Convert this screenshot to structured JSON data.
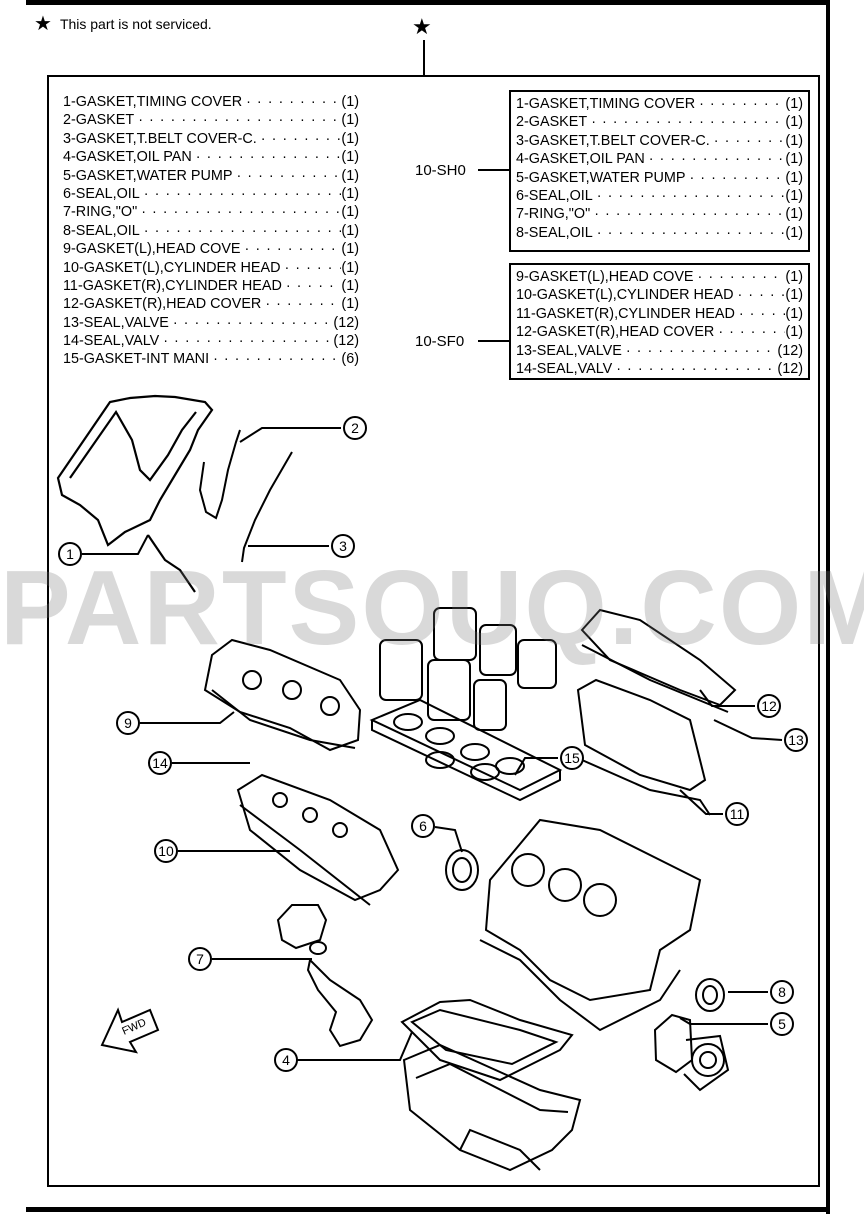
{
  "note": {
    "symbol": "★",
    "text": "This part is not serviced."
  },
  "kit_marker": "★",
  "parts_list": [
    {
      "text": "1-GASKET,TIMING COVER",
      "qty": "(1)"
    },
    {
      "text": "2-GASKET",
      "qty": "(1)"
    },
    {
      "text": "3-GASKET,T.BELT COVER-C.",
      "qty": "(1)"
    },
    {
      "text": "4-GASKET,OIL PAN",
      "qty": "(1)"
    },
    {
      "text": "5-GASKET,WATER PUMP",
      "qty": "(1)"
    },
    {
      "text": "6-SEAL,OIL",
      "qty": "(1)"
    },
    {
      "text": "7-RING,\"O\"",
      "qty": "(1)"
    },
    {
      "text": "8-SEAL,OIL",
      "qty": "(1)"
    },
    {
      "text": "9-GASKET(L),HEAD COVE",
      "qty": "(1)"
    },
    {
      "text": "10-GASKET(L),CYLINDER HEAD",
      "qty": "(1)"
    },
    {
      "text": "11-GASKET(R),CYLINDER HEAD",
      "qty": "(1)"
    },
    {
      "text": "12-GASKET(R),HEAD COVER",
      "qty": "(1)"
    },
    {
      "text": "13-SEAL,VALVE",
      "qty": "(12)"
    },
    {
      "text": "14-SEAL,VALV",
      "qty": "(12)"
    },
    {
      "text": "15-GASKET-INT MANI",
      "qty": "(6)"
    }
  ],
  "groups": [
    {
      "label": "10-SH0",
      "items": [
        {
          "text": "1-GASKET,TIMING COVER",
          "qty": "(1)"
        },
        {
          "text": "2-GASKET",
          "qty": "(1)"
        },
        {
          "text": "3-GASKET,T.BELT COVER-C.",
          "qty": "(1)"
        },
        {
          "text": "4-GASKET,OIL PAN",
          "qty": "(1)"
        },
        {
          "text": "5-GASKET,WATER PUMP",
          "qty": "(1)"
        },
        {
          "text": "6-SEAL,OIL",
          "qty": "(1)"
        },
        {
          "text": "7-RING,\"O\"",
          "qty": "(1)"
        },
        {
          "text": "8-SEAL,OIL",
          "qty": "(1)"
        }
      ]
    },
    {
      "label": "10-SF0",
      "items": [
        {
          "text": "9-GASKET(L),HEAD COVE",
          "qty": "(1)"
        },
        {
          "text": "10-GASKET(L),CYLINDER HEAD",
          "qty": "(1)"
        },
        {
          "text": "11-GASKET(R),CYLINDER HEAD",
          "qty": "(1)"
        },
        {
          "text": "12-GASKET(R),HEAD COVER",
          "qty": "(1)"
        },
        {
          "text": "13-SEAL,VALVE",
          "qty": "(12)"
        },
        {
          "text": "14-SEAL,VALV",
          "qty": "(12)"
        }
      ]
    }
  ],
  "callouts": [
    "1",
    "2",
    "3",
    "4",
    "5",
    "6",
    "7",
    "8",
    "9",
    "10",
    "11",
    "12",
    "13",
    "14",
    "15"
  ],
  "direction_label": "FWD",
  "watermark": "PARTSOUQ.COM"
}
